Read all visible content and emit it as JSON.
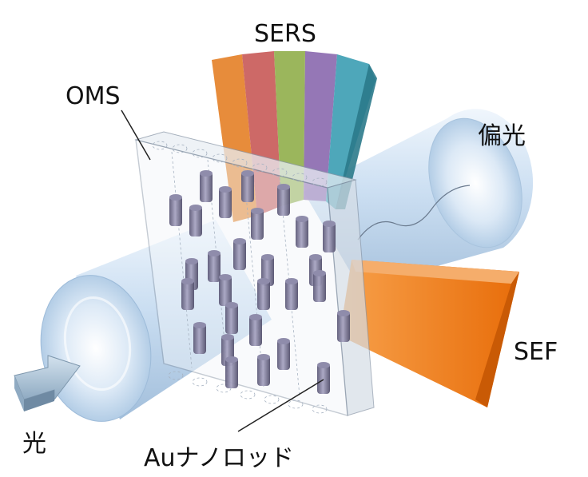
{
  "labels": {
    "sers": "SERS",
    "oms": "OMS",
    "polarized": "偏光",
    "light": "光",
    "sef": "SEF",
    "nanorod": "Auナノロッド"
  },
  "colors": {
    "beam_blue": "#bfd6ee",
    "sef_orange": "#f07a12",
    "sers_bands": [
      "#e5822a",
      "#c95c5a",
      "#93b04e",
      "#8c6bb0",
      "#3f9fb4"
    ],
    "rod": "#7d7a98",
    "arrow": "#a9c2d6"
  }
}
